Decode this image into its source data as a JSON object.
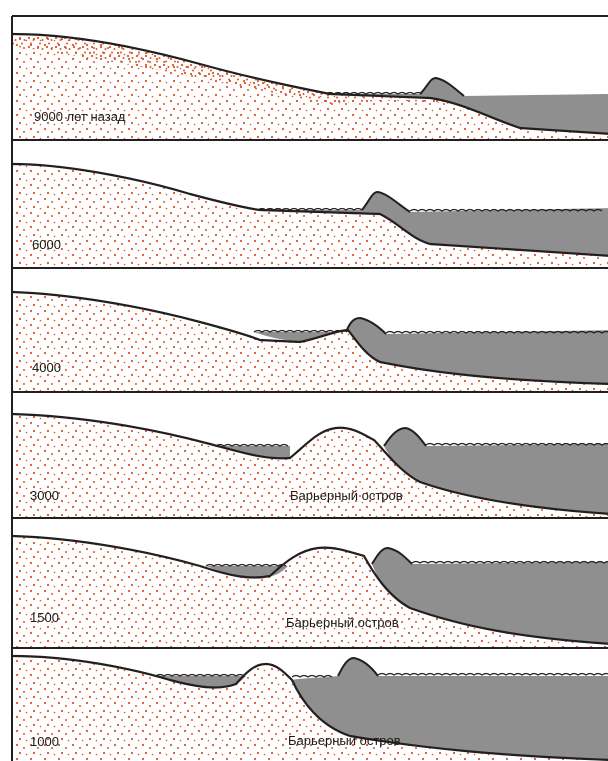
{
  "colors": {
    "sand_dots": "#d9572a",
    "water": "#8f8f8f",
    "outline": "#231f20",
    "panel_border": "#231f20",
    "background": "#ffffff"
  },
  "panels": [
    {
      "label": "9000 лет назад",
      "caption": ""
    },
    {
      "label": "6000",
      "caption": ""
    },
    {
      "label": "4000",
      "caption": ""
    },
    {
      "label": "3000",
      "caption": "Барьерный остров"
    },
    {
      "label": "1500",
      "caption": "Барьерный остров"
    },
    {
      "label": "1000",
      "caption": "Барьерный остров"
    }
  ]
}
